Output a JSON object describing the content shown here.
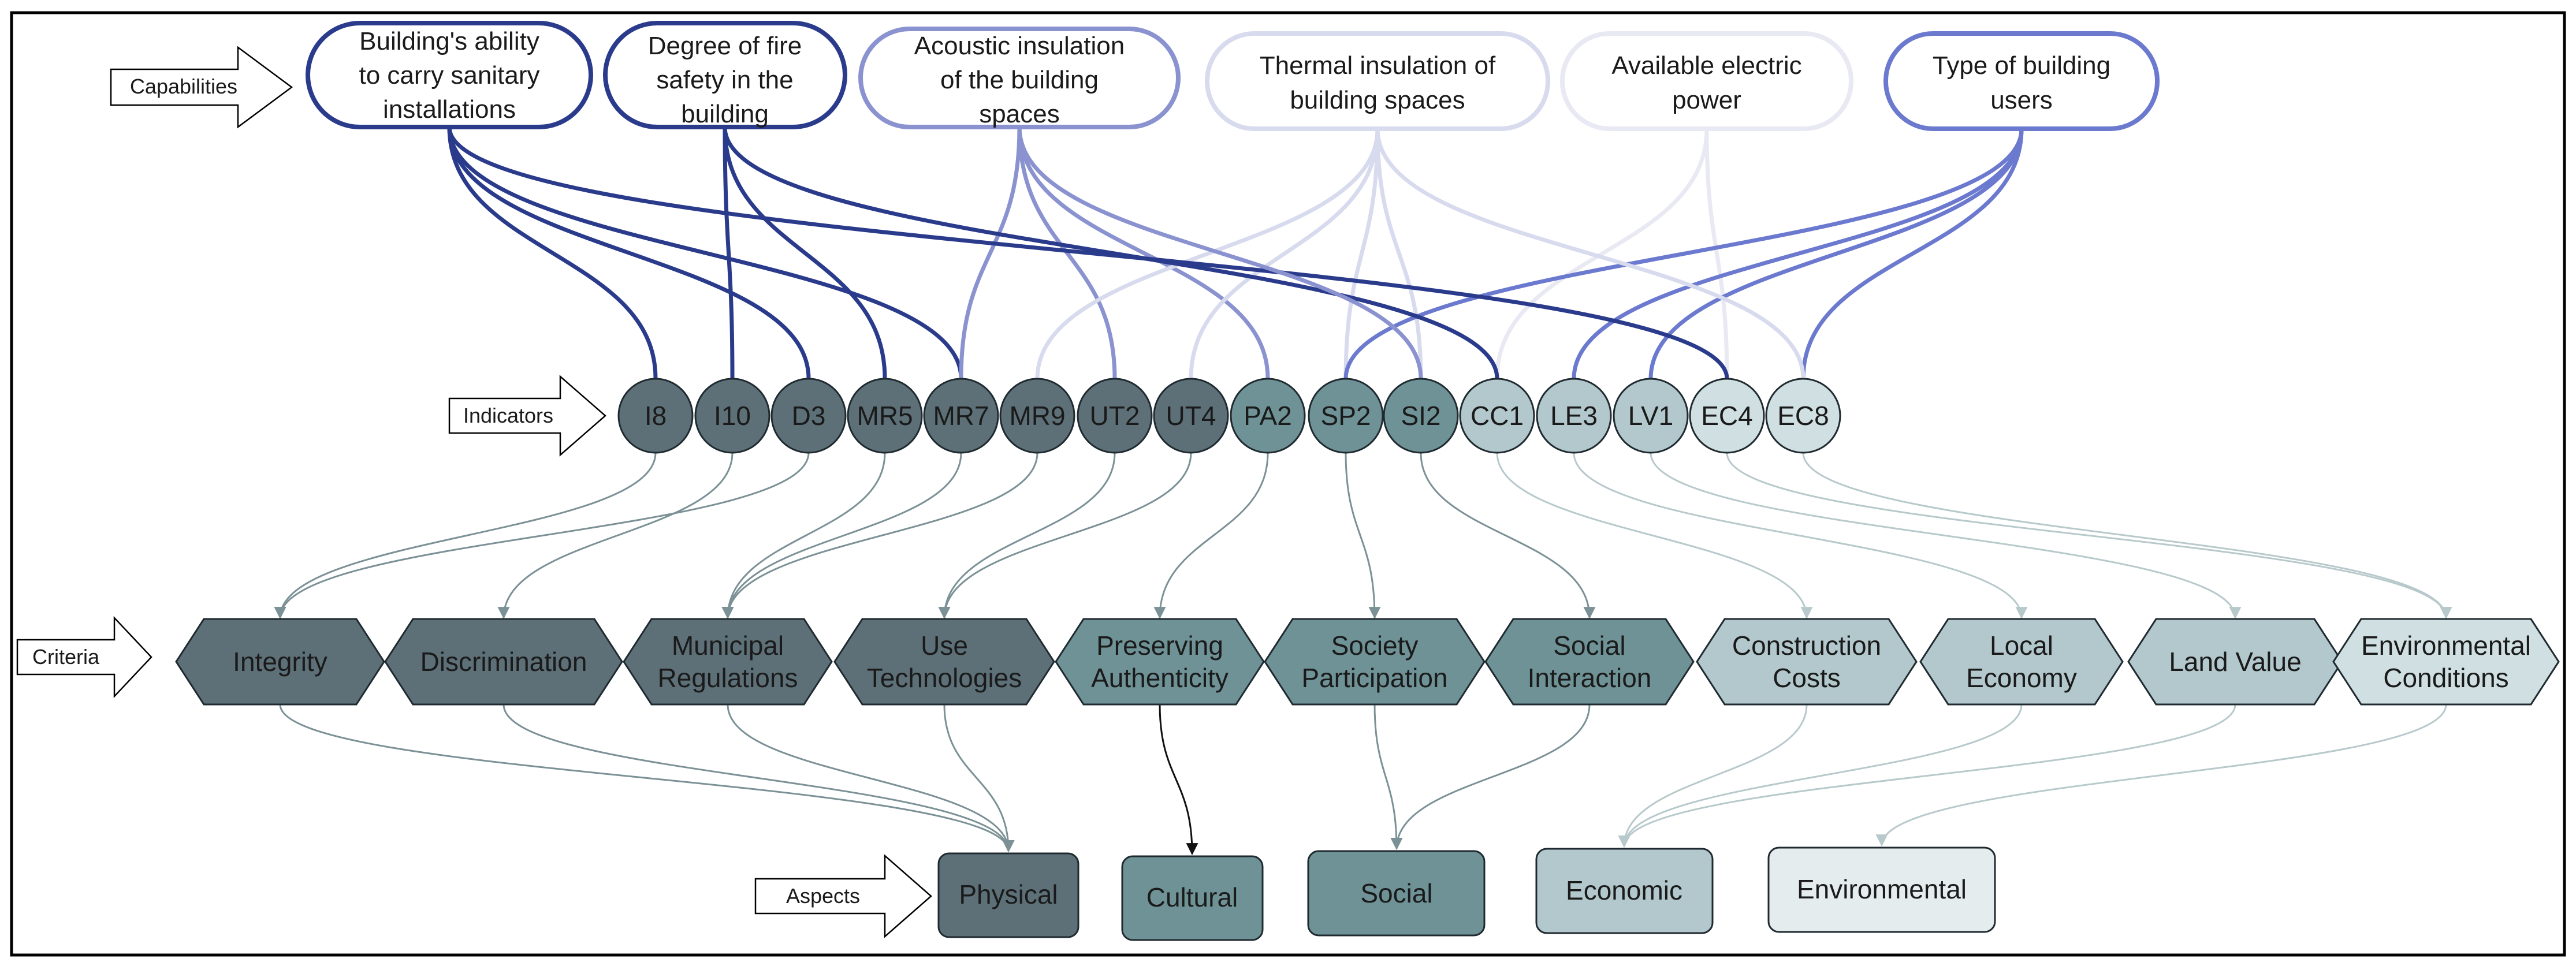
{
  "colors": {
    "cap_dark": "#2b3b8c",
    "cap_mid": "#8a93d0",
    "cap_light": "#d8dbee",
    "cap_vlight": "#e8e9f3",
    "cap_blue": "#6b79cf",
    "ind_dark": "#5d7078",
    "ind_teal": "#6e9296",
    "ind_light": "#b2c8cc",
    "ind_vlight": "#d0e0e2",
    "stroke_dark": "#1f2a30"
  },
  "row_labels": {
    "capabilities": "Capabilities",
    "indicators": "Indicators",
    "criteria": "Criteria",
    "aspects": "Aspects"
  },
  "capabilities": [
    {
      "id": "sanitary",
      "lines": [
        "Building's ability",
        "to carry sanitary",
        "installations"
      ]
    },
    {
      "id": "fire",
      "lines": [
        "Degree of fire",
        "safety in the",
        "building"
      ]
    },
    {
      "id": "acoustic",
      "lines": [
        "Acoustic insulation",
        "of the building",
        "spaces"
      ]
    },
    {
      "id": "thermal",
      "lines": [
        "Thermal insulation of",
        "building spaces"
      ]
    },
    {
      "id": "electric",
      "lines": [
        "Available electric",
        "power"
      ]
    },
    {
      "id": "users",
      "lines": [
        "Type of building",
        "users"
      ]
    }
  ],
  "indicators": [
    "I8",
    "I10",
    "D3",
    "MR5",
    "MR7",
    "MR9",
    "UT2",
    "UT4",
    "PA2",
    "SP2",
    "SI2",
    "CC1",
    "LE3",
    "LV1",
    "EC4",
    "EC8"
  ],
  "criteria": [
    {
      "id": "integrity",
      "lines": [
        "Integrity"
      ]
    },
    {
      "id": "discrimination",
      "lines": [
        "Discrimination"
      ]
    },
    {
      "id": "municipal",
      "lines": [
        "Municipal",
        "Regulations"
      ]
    },
    {
      "id": "usetech",
      "lines": [
        "Use",
        "Technologies"
      ]
    },
    {
      "id": "authenticity",
      "lines": [
        "Preserving",
        "Authenticity"
      ]
    },
    {
      "id": "society",
      "lines": [
        "Society",
        "Participation"
      ]
    },
    {
      "id": "social_int",
      "lines": [
        "Social",
        "Interaction"
      ]
    },
    {
      "id": "construction",
      "lines": [
        "Construction",
        "Costs"
      ]
    },
    {
      "id": "local",
      "lines": [
        "Local",
        "Economy"
      ]
    },
    {
      "id": "land",
      "lines": [
        "Land Value"
      ]
    },
    {
      "id": "environmental_c",
      "lines": [
        "Environmental",
        "Conditions"
      ]
    }
  ],
  "aspects": [
    "Physical",
    "Cultural",
    "Social",
    "Economic",
    "Environmental"
  ]
}
